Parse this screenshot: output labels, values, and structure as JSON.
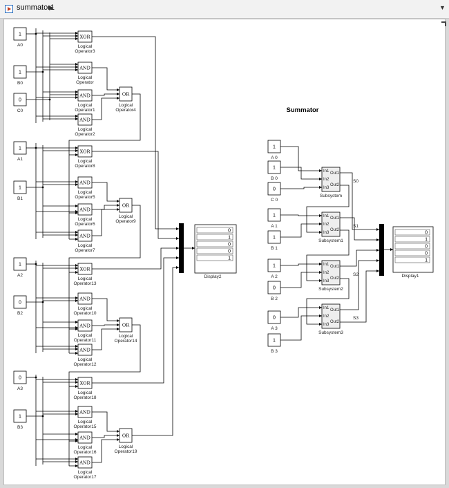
{
  "window": {
    "model_name": "summator1",
    "crumb_arrow": "▶",
    "dropdown_arrow": "▼"
  },
  "diagram": {
    "title": "Summator",
    "left_inputs": [
      {
        "label": "A0",
        "value": "1"
      },
      {
        "label": "B0",
        "value": "1"
      },
      {
        "label": "C0",
        "value": "0"
      },
      {
        "label": "A1",
        "value": "1"
      },
      {
        "label": "B1",
        "value": "1"
      },
      {
        "label": "A2",
        "value": "1"
      },
      {
        "label": "B2",
        "value": "0"
      },
      {
        "label": "A3",
        "value": "0"
      },
      {
        "label": "B3",
        "value": "1"
      }
    ],
    "stages": [
      {
        "xor": {
          "op": "XOR",
          "label": "Logical Operator3"
        },
        "ands": [
          {
            "op": "AND",
            "label": "Logical Operator"
          },
          {
            "op": "AND",
            "label": "Logical Operator1"
          },
          {
            "op": "AND",
            "label": "Logical Operator2"
          }
        ],
        "or": {
          "op": "OR",
          "label": "Logical Operator4"
        }
      },
      {
        "xor": {
          "op": "XOR",
          "label": "Logical Operator8"
        },
        "ands": [
          {
            "op": "AND",
            "label": "Logical Operator5"
          },
          {
            "op": "AND",
            "label": "Logical Operator6"
          },
          {
            "op": "AND",
            "label": "Logical Operator7"
          }
        ],
        "or": {
          "op": "OR",
          "label": "Logical Operator9"
        }
      },
      {
        "xor": {
          "op": "XOR",
          "label": "Logical Operator13"
        },
        "ands": [
          {
            "op": "AND",
            "label": "Logical Operator10"
          },
          {
            "op": "AND",
            "label": "Logical Operator11"
          },
          {
            "op": "AND",
            "label": "Logical Operator12"
          }
        ],
        "or": {
          "op": "OR",
          "label": "Logical Operator14"
        }
      },
      {
        "xor": {
          "op": "XOR",
          "label": "Logical Operator18"
        },
        "ands": [
          {
            "op": "AND",
            "label": "Logical Operator15"
          },
          {
            "op": "AND",
            "label": "Logical Operator16"
          },
          {
            "op": "AND",
            "label": "Logical Operator17"
          }
        ],
        "or": {
          "op": "OR",
          "label": "Logical Operator19"
        }
      }
    ],
    "display_left": {
      "label": "Display2",
      "values": [
        "0",
        "1",
        "0",
        "0",
        "1"
      ]
    },
    "right_inputs": [
      {
        "label": "A 0",
        "value": "1"
      },
      {
        "label": "B 0",
        "value": "1"
      },
      {
        "label": "C 0",
        "value": "0"
      },
      {
        "label": "A 1",
        "value": "1"
      },
      {
        "label": "B 1",
        "value": "1"
      },
      {
        "label": "A 2",
        "value": "1"
      },
      {
        "label": "B 2",
        "value": "0"
      },
      {
        "label": "A 3",
        "value": "0"
      },
      {
        "label": "B 3",
        "value": "1"
      }
    ],
    "subsystems": [
      {
        "label": "Subsystem",
        "signal": "S0"
      },
      {
        "label": "Subsystem1",
        "signal": "S1"
      },
      {
        "label": "Subsystem2",
        "signal": "S2"
      },
      {
        "label": "Subsystem3",
        "signal": "S3"
      }
    ],
    "port_labels": {
      "in1": "In1",
      "in2": "In2",
      "in3": "In3",
      "out1": "Out1",
      "out2": "Out2"
    },
    "display_right": {
      "label": "Display1",
      "values": [
        "0",
        "1",
        "0",
        "0",
        "1"
      ]
    }
  }
}
